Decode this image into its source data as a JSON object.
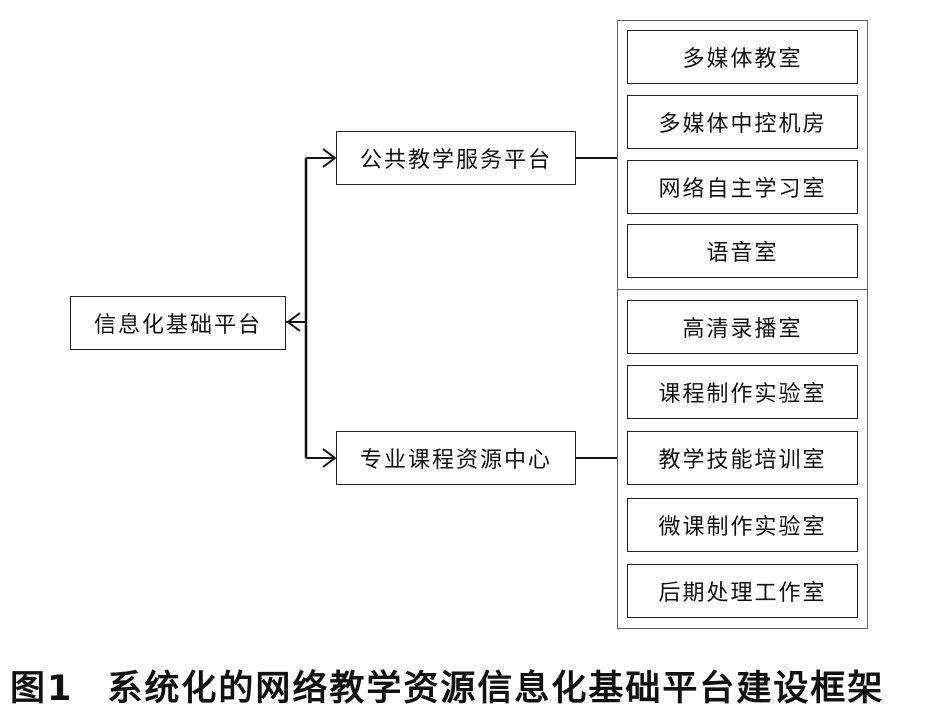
{
  "root": {
    "label": "信息化基础平台"
  },
  "branches": [
    {
      "label": "公共教学服务平台",
      "items": [
        "多媒体教室",
        "多媒体中控机房",
        "网络自主学习室",
        "语音室"
      ]
    },
    {
      "label": "专业课程资源中心",
      "items": [
        "高清录播室",
        "课程制作实验室",
        "教学技能培训室",
        "微课制作实验室",
        "后期处理工作室"
      ]
    }
  ],
  "caption": {
    "figure_number": "图1",
    "title": "系统化的网络教学资源信息化基础平台建设框架"
  }
}
